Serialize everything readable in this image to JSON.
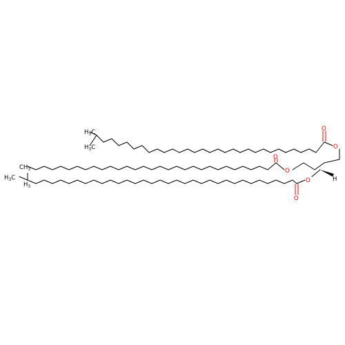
{
  "colors": {
    "background": "#ffffff",
    "carbon_bond": "#000000",
    "oxygen": "#ff0000",
    "label_text": "#000000"
  },
  "atom_labels": {
    "ch3": "CH",
    "h3c": "H",
    "sub3": "3",
    "sub3b": "3",
    "sub3c": "3",
    "sub3d": "3",
    "sub3e": "3",
    "o": "O",
    "h": "H",
    "c": "C",
    "c2": "C",
    "c3": "C",
    "h3": "H",
    "h3b": "H",
    "h3c2": "H",
    "h3c3": "H",
    "o_ester1": "O",
    "o_ester2": "O",
    "o_ester3": "O",
    "o_carbonyl1": "O",
    "o_carbonyl2": "O",
    "o_carbonyl3": "O"
  }
}
